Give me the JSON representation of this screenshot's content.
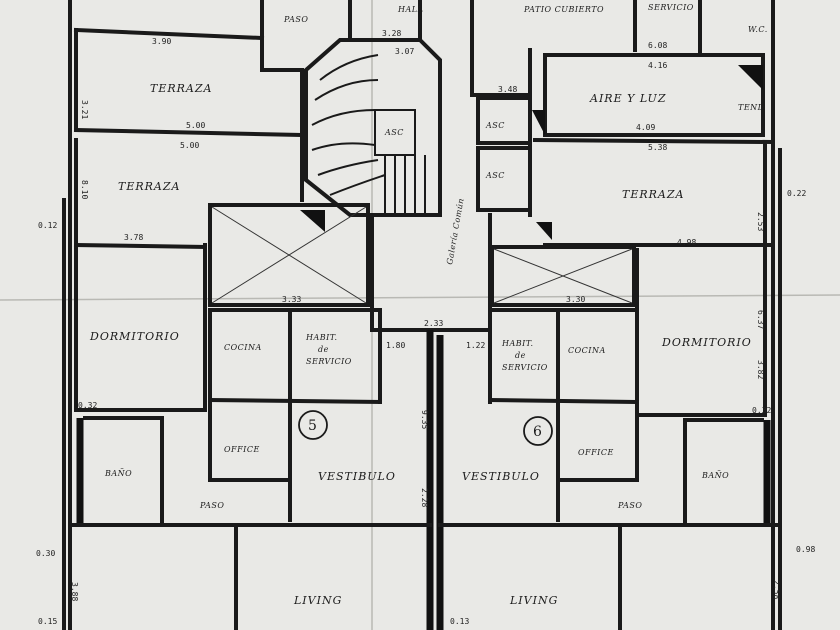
{
  "rooms": {
    "paso_top": "PASO",
    "hall_top": "HALL",
    "patio": "PATIO\nCUBIERTO",
    "servicio": "SERVICIO",
    "wc": "W.C.",
    "terraza_tl": "TERRAZA",
    "aire_luz": "AIRE Y LUZ",
    "tendero": "TEND",
    "terraza_l": "TERRAZA",
    "terraza_r": "TERRAZA",
    "asc": "ASC",
    "asc_small_1": "ASC",
    "asc_small_2": "ASC",
    "galeria": "Galería Común",
    "dormitorio_l": "DORMITORIO",
    "dormitorio_r": "DORMITORIO",
    "cocina_l": "COCINA",
    "cocina_r": "COCINA",
    "habit_l": "HABIT.",
    "habit_l_2": "de",
    "habit_l_3": "SERVICIO",
    "habit_r": "HABIT.",
    "habit_r_2": "de",
    "habit_r_3": "SERVICIO",
    "office_l": "OFFICE",
    "office_r": "OFFICE",
    "bano_l": "BAÑO",
    "bano_r": "BAÑO",
    "paso_l": "PASO",
    "paso_r": "PASO",
    "vestibulo_l": "VESTIBULO",
    "vestibulo_r": "VESTIBULO",
    "living_l": "LIVING",
    "living_r": "LIVING"
  },
  "unit_numbers": {
    "left": "5",
    "right": "6"
  },
  "dimensions": {
    "d_390": "3.90",
    "d_328_top": "3.28",
    "d_307": "3.07",
    "d_608": "6.08",
    "d_416": "4.16",
    "d_500": "5.00",
    "d_500b": "5.00",
    "d_409": "4.09",
    "d_538": "5.38",
    "d_321": "3.21",
    "d_810": "8.10",
    "d_378": "3.78",
    "d_498": "4.98",
    "d_253": "2.53",
    "d_637": "6.37",
    "d_382": "3.82",
    "d_932": "0.32",
    "d_932b": "0.32",
    "d_330": "3.30",
    "d_333": "3.33",
    "d_233": "2.33",
    "d_180": "1.80",
    "d_122": "1.22",
    "d_935": "9.35",
    "d_228": "2.28",
    "d_915": "0.15",
    "d_913": "0.13",
    "d_388": "3.88",
    "d_930": "0.30",
    "d_998": "0.98",
    "d_912": "0.12",
    "d_922": "0.22",
    "d_348": "3.48",
    "d_258": "2.58"
  }
}
